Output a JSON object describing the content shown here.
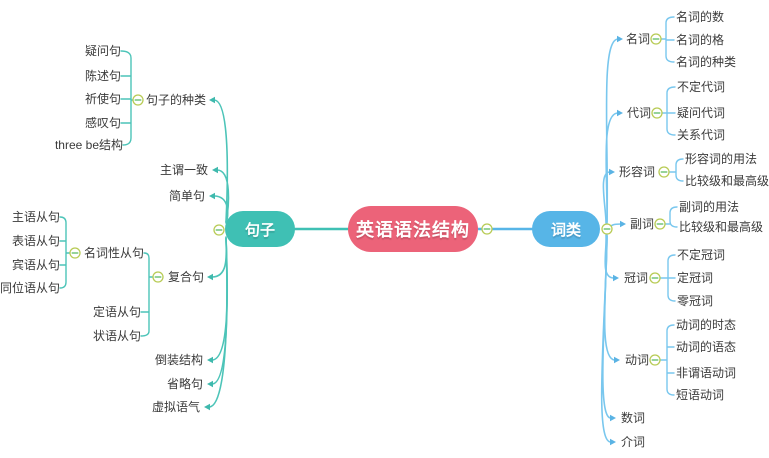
{
  "colors": {
    "root_bg": "#ec6379",
    "left_accent": "#3fc0b4",
    "left_line": "#4cc4b8",
    "right_accent": "#57b5e7",
    "right_line": "#79c7ee",
    "expander_ring": "#b8cb55",
    "expander_minus": "#57b95d",
    "text": "#3a3a3a"
  },
  "icons": {
    "expander": "collapse-minus-icon",
    "arrow_left": "arrowhead-left-icon",
    "arrow_right": "arrowhead-right-icon"
  },
  "mindmap": {
    "root": {
      "label": "英语语法结构"
    },
    "branches": [
      {
        "label": "句子",
        "side": "left",
        "children": [
          {
            "label": "句子的种类",
            "children": [
              {
                "label": "疑问句"
              },
              {
                "label": "陈述句"
              },
              {
                "label": "祈使句"
              },
              {
                "label": "感叹句"
              },
              {
                "label": "three be结构"
              }
            ]
          },
          {
            "label": "主谓一致"
          },
          {
            "label": "简单句"
          },
          {
            "label": "复合句",
            "children": [
              {
                "label": "名词性从句",
                "children": [
                  {
                    "label": "主语从句"
                  },
                  {
                    "label": "表语从句"
                  },
                  {
                    "label": "宾语从句"
                  },
                  {
                    "label": "同位语从句"
                  }
                ]
              },
              {
                "label": "定语从句"
              },
              {
                "label": "状语从句"
              }
            ]
          },
          {
            "label": "倒装结构"
          },
          {
            "label": "省略句"
          },
          {
            "label": "虚拟语气"
          }
        ]
      },
      {
        "label": "词类",
        "side": "right",
        "children": [
          {
            "label": "名词",
            "children": [
              {
                "label": "名词的数"
              },
              {
                "label": "名词的格"
              },
              {
                "label": "名词的种类"
              }
            ]
          },
          {
            "label": "代词",
            "children": [
              {
                "label": "不定代词"
              },
              {
                "label": "疑问代词"
              },
              {
                "label": "关系代词"
              }
            ]
          },
          {
            "label": "形容词",
            "children": [
              {
                "label": "形容词的用法"
              },
              {
                "label": "比较级和最高级"
              }
            ]
          },
          {
            "label": "副词",
            "children": [
              {
                "label": "副词的用法"
              },
              {
                "label": "比较级和最高级"
              }
            ]
          },
          {
            "label": "冠词",
            "children": [
              {
                "label": "不定冠词"
              },
              {
                "label": "定冠词"
              },
              {
                "label": "零冠词"
              }
            ]
          },
          {
            "label": "动词",
            "children": [
              {
                "label": "动词的时态"
              },
              {
                "label": "动词的语态"
              },
              {
                "label": "非谓语动词"
              },
              {
                "label": "短语动词"
              }
            ]
          },
          {
            "label": "数词"
          },
          {
            "label": "介词"
          }
        ]
      }
    ]
  }
}
